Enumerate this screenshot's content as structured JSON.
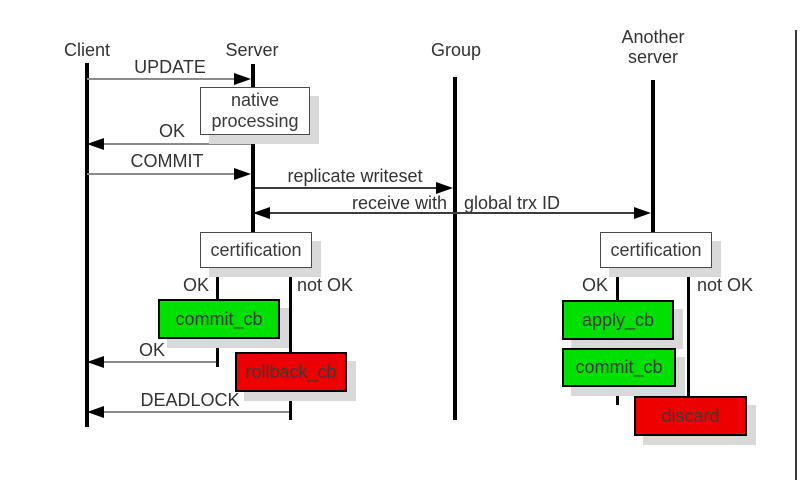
{
  "diagram": {
    "actors": {
      "client": "Client",
      "server": "Server",
      "group": "Group",
      "another_line1": "Another",
      "another_line2": "server"
    },
    "messages": {
      "update": "UPDATE",
      "ok_native": "OK",
      "commit": "COMMIT",
      "replicate_writeset": "replicate writeset",
      "receive_with": "receive with",
      "global_trx_id": "global trx ID",
      "ok_commit": "OK",
      "deadlock": "DEADLOCK"
    },
    "process_boxes": {
      "native_line1": "native",
      "native_line2": "processing",
      "certification_left": "certification",
      "certification_right": "certification",
      "commit_cb_left": "commit_cb",
      "rollback_cb": "rollback_cb",
      "apply_cb": "apply_cb",
      "commit_cb_right": "commit_cb",
      "discard": "discard"
    },
    "branch_labels": {
      "ok_left": "OK",
      "not_ok_left": "not OK",
      "ok_right": "OK",
      "not_ok_right": "not OK"
    },
    "colors": {
      "success_green": "#00e000",
      "failure_red": "#ee0000",
      "box_shadow_gray": "#d9d9d9",
      "arrow_gray": "#8c8c8c",
      "arrow_dark": "#3c3c3c",
      "lifeline_black": "#000000",
      "text_dark": "#3a3a3a"
    }
  }
}
